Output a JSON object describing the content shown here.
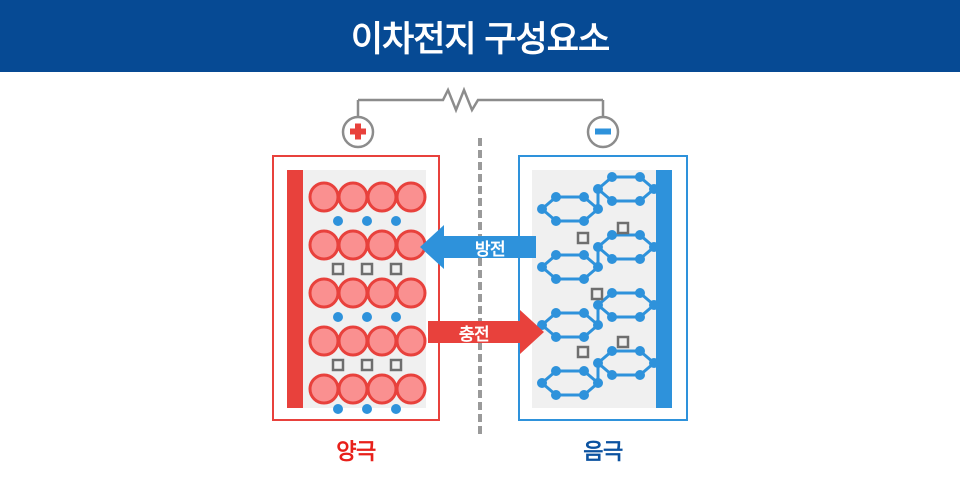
{
  "header": {
    "title": "이차전지 구성요소",
    "background_color": "#064A94",
    "text_color": "#FFFFFF"
  },
  "circuit": {
    "wire_color": "#8C8C8C",
    "resistor_label": "resistor-zigzag",
    "positive_terminal": {
      "symbol": "+",
      "color": "#E8413C",
      "ring_color": "#8C8C8C"
    },
    "negative_terminal": {
      "symbol": "−",
      "color": "#2E92DB",
      "ring_color": "#8C8C8C"
    }
  },
  "separator": {
    "name": "separator-dashed-line",
    "color": "#9A9A9A",
    "style": "dashed"
  },
  "cathode": {
    "caption": "양극",
    "caption_color": "#E8201A",
    "border_color": "#E8413C",
    "collector_color": "#E8413C",
    "inner_color": "#F0F0F0",
    "particle_color": "#FA9090",
    "particle_stroke": "#E8413C",
    "ion_color": "#2E92DB",
    "square_color": "#6E6E6E",
    "rows": [
      {
        "type": "particles",
        "count": 4
      },
      {
        "type": "ions",
        "count": 3
      },
      {
        "type": "particles",
        "count": 4
      },
      {
        "type": "squares",
        "count": 3
      },
      {
        "type": "particles",
        "count": 4
      },
      {
        "type": "ions",
        "count": 3
      },
      {
        "type": "particles",
        "count": 4
      },
      {
        "type": "squares",
        "count": 3
      },
      {
        "type": "particles",
        "count": 4
      },
      {
        "type": "ions",
        "count": 3
      }
    ]
  },
  "anode": {
    "caption": "음극",
    "caption_color": "#0B52A0",
    "border_color": "#2E92DB",
    "collector_color": "#2E92DB",
    "inner_color": "#F0F0F0",
    "lattice_color": "#2E92DB",
    "square_color": "#6E6E6E",
    "graphene_units": 4,
    "square_count": 5
  },
  "arrows": {
    "discharge": {
      "label": "방전",
      "color": "#2E92DB",
      "direction": "left"
    },
    "charge": {
      "label": "충전",
      "color": "#E8413C",
      "direction": "right"
    }
  }
}
